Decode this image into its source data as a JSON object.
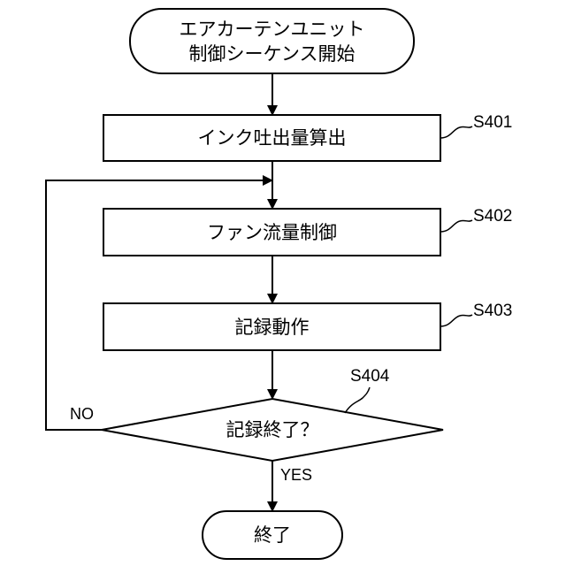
{
  "flowchart": {
    "start": {
      "text": "エアカーテンユニット\n制御シーケンス開始"
    },
    "steps": [
      {
        "id": "S401",
        "text": "インク吐出量算出"
      },
      {
        "id": "S402",
        "text": "ファン流量制御"
      },
      {
        "id": "S403",
        "text": "記録動作"
      }
    ],
    "decision": {
      "id": "S404",
      "text": "記録終了？",
      "no_label": "NO",
      "yes_label": "YES"
    },
    "end": {
      "text": "終了"
    }
  }
}
